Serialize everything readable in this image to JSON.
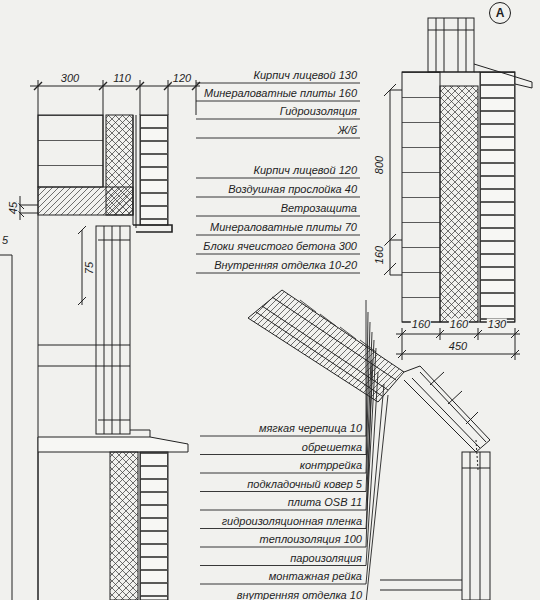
{
  "diagram": {
    "nodes": [
      {
        "text": [
          "А"
        ]
      }
    ],
    "labels": [
      "300",
      "110",
      "120",
      "Кирпич лицевой 130",
      "Минераловатные плиты 160",
      "Гидроизоляция",
      "Ж/б",
      "Кирпич лицевой 120",
      "Воздушная прослойка 40",
      "Ветрозащита",
      "Минераловатные плиты 70",
      "Блоки ячеистого бетона 300",
      "Внутренняя отделка 10-20",
      "45",
      "5",
      "75",
      "800",
      "160",
      "160",
      "160",
      "130",
      "450",
      "мягкая черепица 10",
      "обрешетка",
      "контррейка",
      "подкладочный ковер 5",
      "плита OSB 11",
      "гидроизоляционная пленка",
      "теплоизоляция 100",
      "пароизоляция",
      "монтажная рейка",
      "внутренняя отделка 10"
    ]
  }
}
